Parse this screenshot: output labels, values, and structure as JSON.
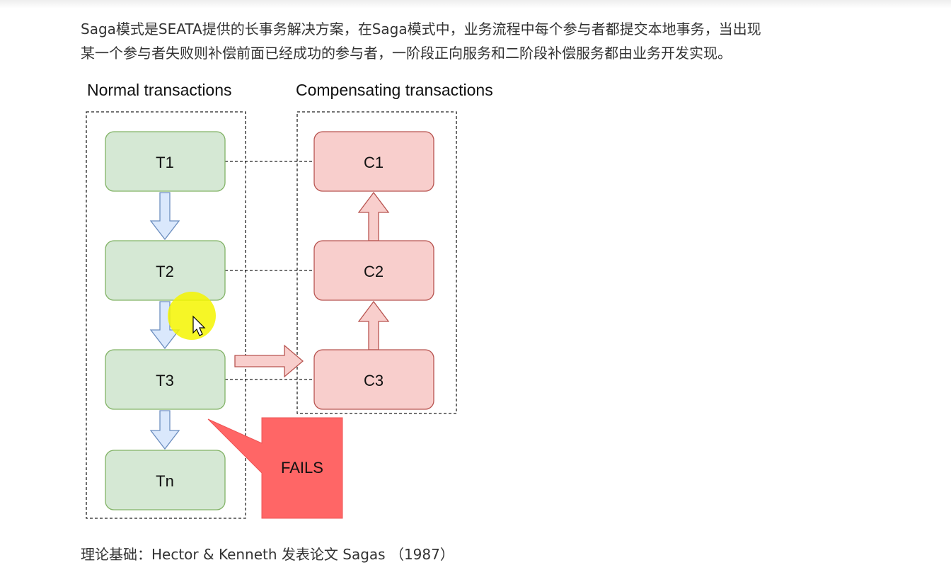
{
  "intro": {
    "line1": "Saga模式是SEATA提供的长事务解决方案，在Saga模式中，业务流程中每个参与者都提交本地事务，当出现",
    "line2": "某一个参与者失败则补偿前面已经成功的参与者，一阶段正向服务和二阶段补偿服务都由业务开发实现。"
  },
  "diagram": {
    "normal_title": "Normal transactions",
    "compensating_title": "Compensating transactions",
    "normal_steps": [
      "T1",
      "T2",
      "T3",
      "Tn"
    ],
    "compensating_steps": [
      "C1",
      "C2",
      "C3"
    ],
    "fail_label": "FAILS"
  },
  "footer": {
    "text": "理论基础：Hector & Kenneth 发表论⽂ Sagas （1987）"
  },
  "colors": {
    "normal_fill": "#d5e8d4",
    "normal_stroke": "#82b366",
    "comp_fill": "#f8cecc",
    "comp_stroke": "#b85450",
    "down_arrow_fill": "#dae8fc",
    "down_arrow_stroke": "#6c8ebf",
    "fail_fill": "#ff6666",
    "cursor_highlight": "#f5f500"
  }
}
